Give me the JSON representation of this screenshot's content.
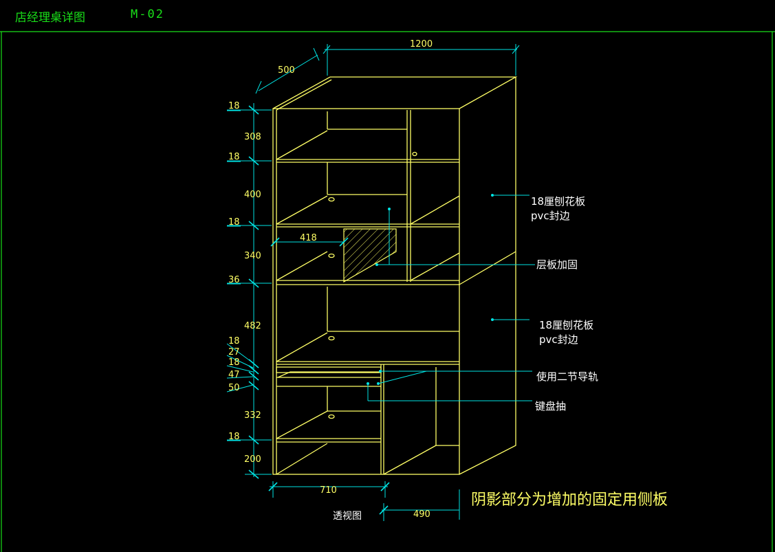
{
  "header": {
    "title": "店经理桌详图",
    "code": "M-02"
  },
  "dimensions": {
    "width_top": "1200",
    "depth_top": "500",
    "vertical": [
      "18",
      "308",
      "18",
      "400",
      "18",
      "340",
      "36",
      "482",
      "18",
      "27",
      "18",
      "47",
      "50",
      "332",
      "18",
      "200"
    ],
    "inner_width": "418",
    "bottom_left": "710",
    "bottom_right": "490"
  },
  "labels": {
    "side_panel_upper_1": "18厘刨花板",
    "side_panel_upper_2": "pvc封边",
    "shelf_reinforce": "层板加固",
    "side_panel_lower_1": "18厘刨花板",
    "side_panel_lower_2": "pvc封边",
    "rail": "使用二节导轨",
    "keyboard_tray": "键盘抽",
    "view_name": "透视图",
    "note": "阴影部分为增加的固定用侧板"
  },
  "colors": {
    "outline": "#ffff66",
    "dimension": "#00e5e5",
    "frame": "#19e019",
    "background": "#000000"
  }
}
